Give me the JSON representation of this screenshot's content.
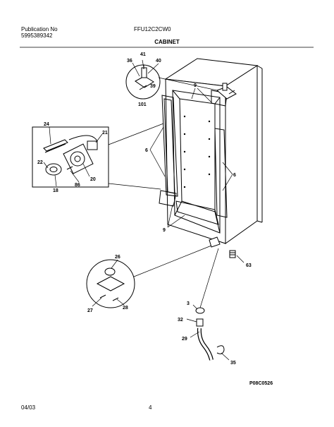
{
  "header": {
    "publication_label": "Publication No",
    "publication_number": "5995389342",
    "model": "FFU12C2CW0"
  },
  "section_title": "CABINET",
  "callouts": {
    "c36": "36",
    "c41": "41",
    "c40": "40",
    "c39": "39",
    "c101": "101",
    "c9a": "9",
    "c9b": "9",
    "c6a": "6",
    "c6b": "6",
    "c24": "24",
    "c21": "21",
    "c22": "22",
    "c20": "20",
    "c18": "18",
    "c86": "86",
    "c26": "26",
    "c27": "27",
    "c28": "28",
    "c63": "63",
    "c3": "3",
    "c32": "32",
    "c29": "29",
    "c35": "35"
  },
  "diagram_code": "P08C0526",
  "footer": {
    "date": "04/03",
    "page": "4"
  }
}
